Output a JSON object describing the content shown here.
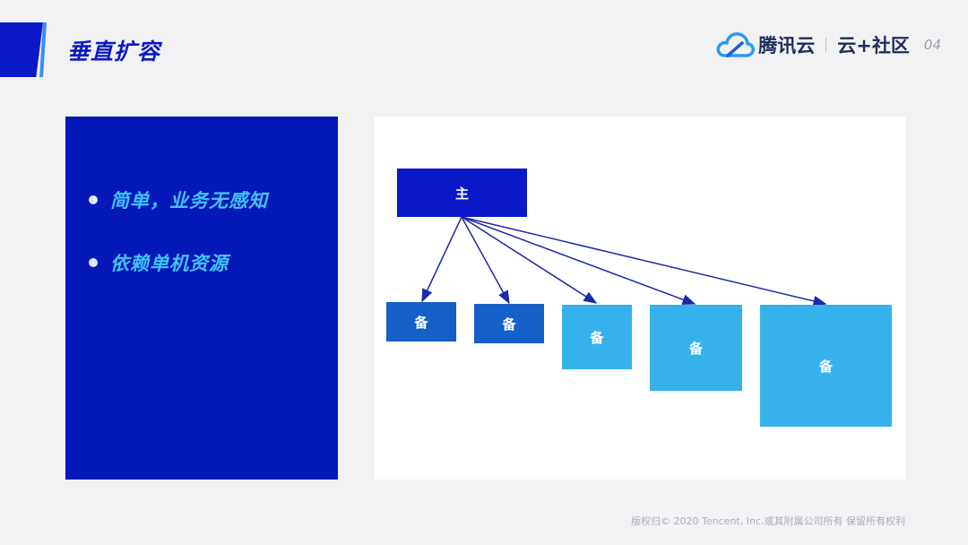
{
  "header": {
    "title": "垂直扩容",
    "brand_name": "腾讯云",
    "brand_community": "云+社区",
    "page_number": "04"
  },
  "left_panel": {
    "bullets": [
      {
        "text": "简单，业务无感知"
      },
      {
        "text": "依赖单机资源"
      }
    ]
  },
  "diagram": {
    "primary": {
      "label": "主"
    },
    "replicas": [
      {
        "label": "备",
        "style": "dark"
      },
      {
        "label": "备",
        "style": "dark"
      },
      {
        "label": "备",
        "style": "light"
      },
      {
        "label": "备",
        "style": "light"
      },
      {
        "label": "备",
        "style": "light"
      }
    ]
  },
  "footer": {
    "copyright": "版权归© 2020 Tencent, Inc.或其附属公司所有 保留所有权利"
  },
  "colors": {
    "primary_blue": "#0a19c8",
    "replica_dark": "#1560c8",
    "replica_light": "#35b2ec",
    "bullet_text": "#43c2f7",
    "arrow": "#1a2aa8"
  }
}
